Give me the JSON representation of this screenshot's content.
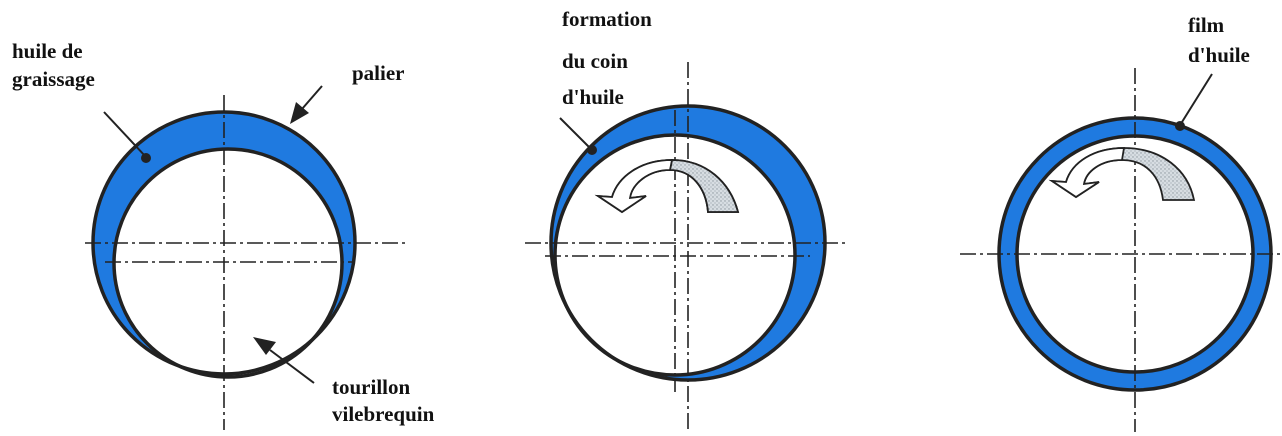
{
  "colors": {
    "oil": "#1f7ae0",
    "line": "#222222",
    "shaft_fill": "#ffffff",
    "rotation_head": "#cfd6dc"
  },
  "labels": {
    "lubricating_oil_1": "huile de",
    "lubricating_oil_2": "graissage",
    "bearing": "palier",
    "crank_journal_1": "tourillon",
    "crank_journal_2": "vilebrequin",
    "wedge_1": "formation",
    "wedge_2": "du coin",
    "wedge_3": "d'huile",
    "film_1": "film",
    "film_2": "d'huile"
  }
}
